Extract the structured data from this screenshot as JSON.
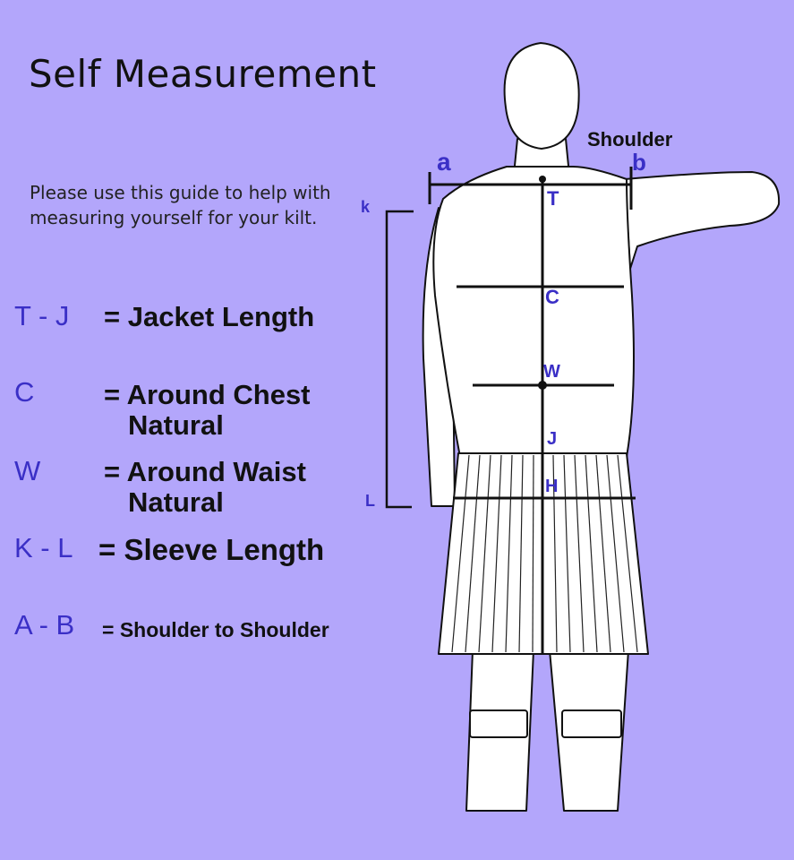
{
  "title": "Self Measurement",
  "intro": "Please use this guide to help with measuring yourself for your kilt.",
  "legend": [
    {
      "code": "T - J",
      "desc": [
        "= Jacket Length"
      ]
    },
    {
      "code": "C",
      "desc": [
        "= Around Chest",
        "Natural"
      ]
    },
    {
      "code": "W",
      "desc": [
        "= Around Waist",
        "Natural"
      ]
    },
    {
      "code": "K - L",
      "desc": [
        "= Sleeve Length"
      ]
    },
    {
      "code": "A - B",
      "desc": [
        "= Shoulder to Shoulder"
      ]
    }
  ],
  "diagram": {
    "shoulder_label": "Shoulder",
    "points": {
      "a": "a",
      "b": "b",
      "k": "k",
      "l": "L",
      "t": "T",
      "c": "C",
      "w": "W",
      "j": "J",
      "h": "H"
    }
  },
  "colors": {
    "background": "#b3a6fb",
    "letters": "#3a2fc6",
    "ink": "#111111",
    "figure_fill": "#ffffff"
  }
}
